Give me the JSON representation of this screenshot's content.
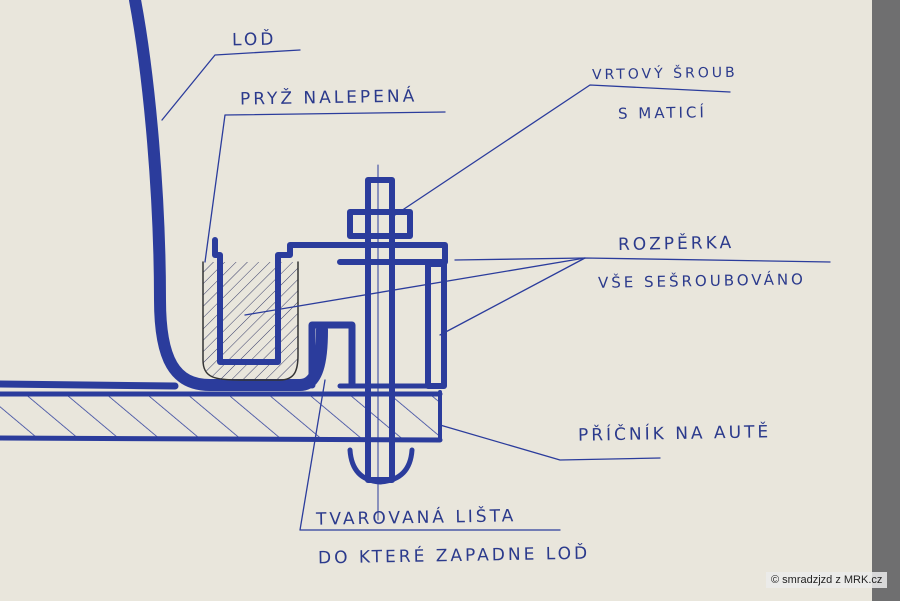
{
  "labels": {
    "lod": "LOĎ",
    "pryz": "PRYŽ NALEPENÁ",
    "sroub1": "VRTOVÝ ŠROUB",
    "sroub2": "S MATICÍ",
    "rozperka": "ROZPĚRKA",
    "vse": "VŠE SEŠROUBOVÁNO",
    "pricnik": "PŘÍČNÍK NA AUTĚ",
    "lista1": "TVAROVANÁ LIŠTA",
    "lista2": "DO KTERÉ ZAPADNE LOĎ"
  },
  "watermark": "© smradzjzd z MRK.cz",
  "colors": {
    "ink": "#2b3c9c",
    "paper": "#e9e6dc"
  }
}
